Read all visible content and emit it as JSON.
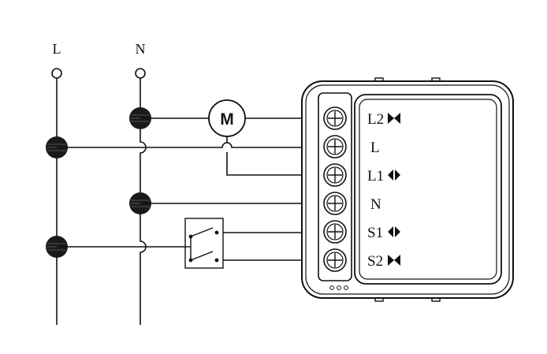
{
  "supply": {
    "line_label": "L",
    "neutral_label": "N"
  },
  "motor": {
    "label": "M"
  },
  "terminals": [
    {
      "label": "L2",
      "marker": "bowtie"
    },
    {
      "label": "L",
      "marker": ""
    },
    {
      "label": "L1",
      "marker": "diamond"
    },
    {
      "label": "N",
      "marker": ""
    },
    {
      "label": "S1",
      "marker": "diamond"
    },
    {
      "label": "S2",
      "marker": "bowtie"
    }
  ]
}
